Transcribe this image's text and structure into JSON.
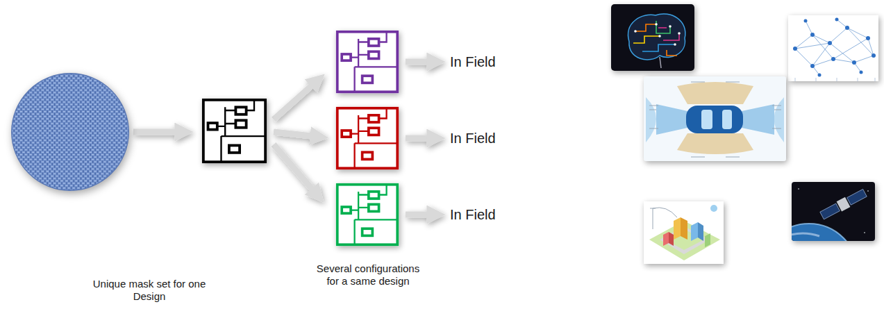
{
  "diagram": {
    "nodes": [
      {
        "text": [
          "Unique mask set for one Design"
        ]
      }
    ],
    "labels": [
      "Several configurations for a same design",
      "In Field",
      "In Field",
      "In Field"
    ]
  }
}
